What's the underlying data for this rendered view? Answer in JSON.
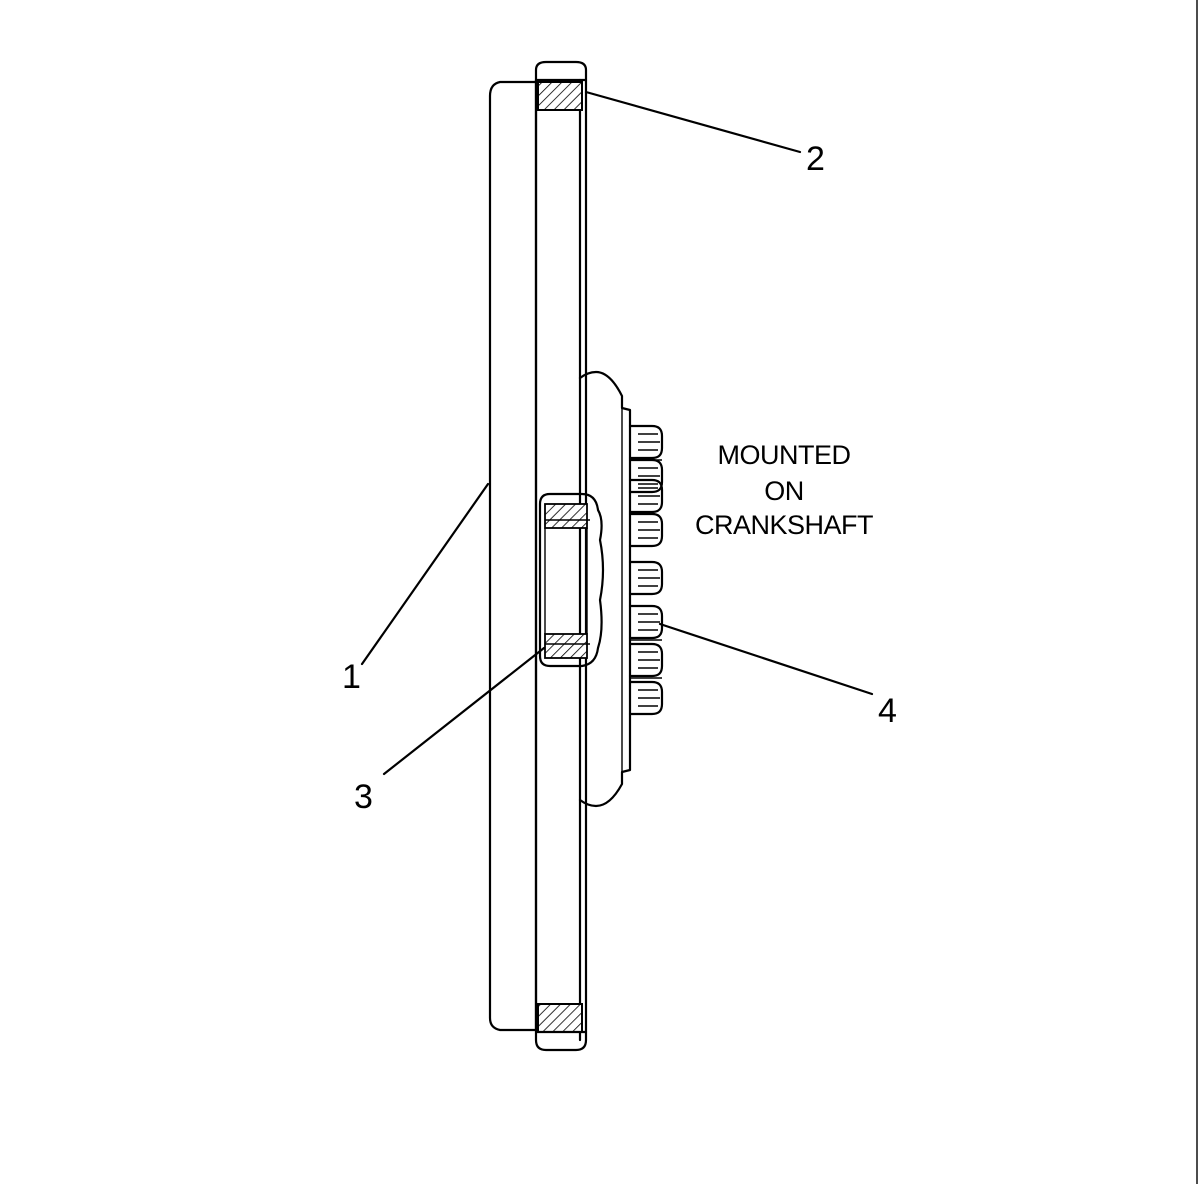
{
  "callouts": {
    "c1": "1",
    "c2": "2",
    "c3": "3",
    "c4": "4"
  },
  "note": {
    "line1": "MOUNTED",
    "line2": "ON",
    "line3": "CRANKSHAFT"
  }
}
